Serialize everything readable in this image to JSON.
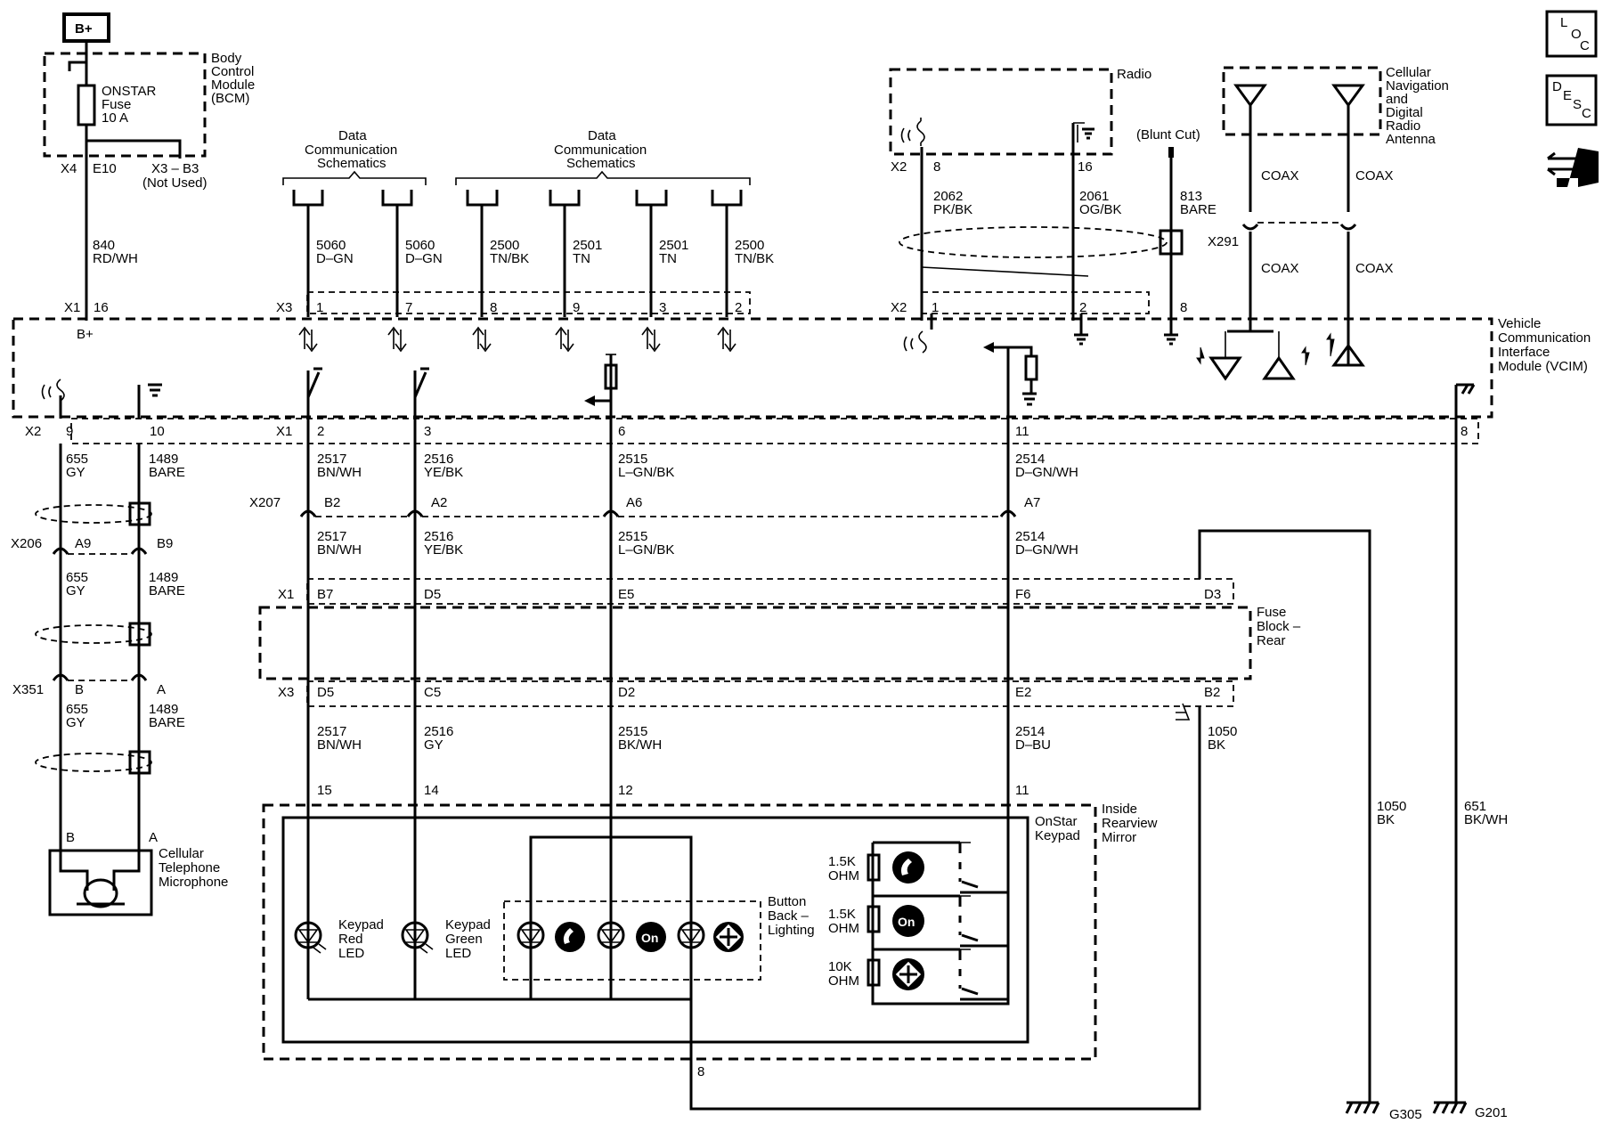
{
  "top": {
    "bplus": "B+"
  },
  "icons": {
    "loc_l": "L",
    "loc_o": "O",
    "loc_c": "C",
    "desc_d": "D",
    "desc_e": "E",
    "desc_s": "S",
    "desc_c": "C"
  },
  "bcm": {
    "title": [
      "Body",
      "Control",
      "Module",
      "(BCM)"
    ],
    "fuse": [
      "ONSTAR",
      "Fuse",
      "10 A"
    ],
    "pins": [
      "X4",
      "E10",
      "X3 – B3",
      "(Not Used)"
    ],
    "wire": [
      "840",
      "RD/WH"
    ]
  },
  "datacomm": [
    "Data",
    "Communication",
    "Schematics"
  ],
  "vcim": {
    "title": [
      "Vehicle",
      "Communication",
      "Interface",
      "Module (VCIM)"
    ],
    "top_pins": [
      "X1",
      "16",
      "B+",
      "X3",
      "1",
      "7",
      "8",
      "9",
      "3",
      "2",
      "X2",
      "1",
      "2",
      "8"
    ],
    "bottom_pins": [
      "X2",
      "9",
      "10",
      "X1",
      "2",
      "3",
      "6",
      "11",
      "8"
    ]
  },
  "datawires": [
    [
      "5060",
      "D–GN"
    ],
    [
      "5060",
      "D–GN"
    ],
    [
      "2500",
      "TN/BK"
    ],
    [
      "2501",
      "TN"
    ],
    [
      "2501",
      "TN"
    ],
    [
      "2500",
      "TN/BK"
    ]
  ],
  "radio": {
    "title": "Radio",
    "pins": [
      "X2",
      "8",
      "16"
    ],
    "wires": [
      [
        "2062",
        "PK/BK"
      ],
      [
        "2061",
        "OG/BK"
      ]
    ],
    "blunt": "(Blunt Cut)",
    "drain": [
      "813",
      "BARE"
    ]
  },
  "antenna": {
    "title": [
      "Cellular",
      "Navigation",
      "and",
      "Digital",
      "Radio",
      "Antenna"
    ],
    "coax": [
      "COAX",
      "COAX",
      "COAX",
      "COAX"
    ],
    "conn": "X291"
  },
  "mic": {
    "wires": [
      [
        "655",
        "GY"
      ],
      [
        "1489",
        "BARE"
      ]
    ],
    "x206": [
      "X206",
      "A9",
      "B9"
    ],
    "x351": [
      "X351",
      "B",
      "A"
    ],
    "pins": [
      "B",
      "A"
    ],
    "label": [
      "Cellular",
      "Telephone",
      "Microphone"
    ]
  },
  "x207": {
    "name": "X207",
    "pins": [
      "B2",
      "A2",
      "A6",
      "A7"
    ]
  },
  "vcimwires": [
    [
      "2517",
      "BN/WH"
    ],
    [
      "2516",
      "YE/BK"
    ],
    [
      "2515",
      "L–GN/BK"
    ],
    [
      "2514",
      "D–GN/WH"
    ]
  ],
  "fuseblock": {
    "title": [
      "Fuse",
      "Block –",
      "Rear"
    ],
    "x1": [
      "X1",
      "B7",
      "D5",
      "E5",
      "F6",
      "D3"
    ],
    "x3": [
      "X3",
      "D5",
      "C5",
      "D2",
      "E2",
      "B2"
    ]
  },
  "lowerwires": [
    [
      "2517",
      "BN/WH"
    ],
    [
      "2516",
      "GY"
    ],
    [
      "2515",
      "BK/WH"
    ],
    [
      "2514",
      "D–BU"
    ],
    [
      "1050",
      "BK"
    ]
  ],
  "mirror": {
    "title": [
      "Inside",
      "Rearview",
      "Mirror"
    ],
    "keypad": [
      "OnStar",
      "Keypad"
    ],
    "pins": [
      "15",
      "14",
      "12",
      "11",
      "8"
    ],
    "red_led": [
      "Keypad",
      "Red",
      "LED"
    ],
    "green_led": [
      "Keypad",
      "Green",
      "LED"
    ],
    "backlight": [
      "Button",
      "Back –",
      "Lighting"
    ],
    "resistors": [
      [
        "1.5K",
        "OHM"
      ],
      [
        "1.5K",
        "OHM"
      ],
      [
        "10K",
        "OHM"
      ]
    ],
    "onstar_glyph": "On"
  },
  "grounds": {
    "g305_wire": [
      "1050",
      "BK"
    ],
    "g201_wire": [
      "651",
      "BK/WH"
    ],
    "g305": "G305",
    "g201": "G201"
  }
}
